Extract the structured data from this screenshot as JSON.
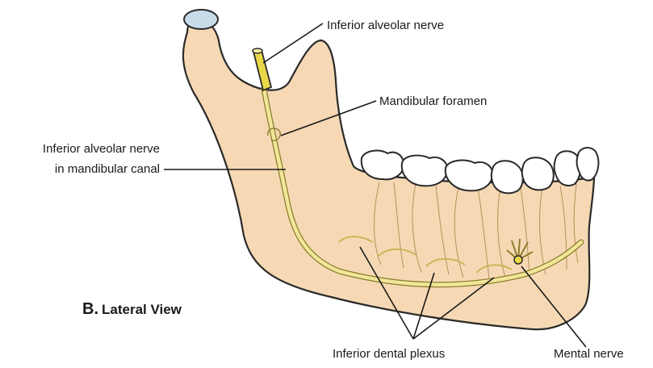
{
  "labels": {
    "inferior_alveolar_nerve": "Inferior alveolar nerve",
    "mandibular_foramen": "Mandibular foramen",
    "nerve_in_canal_line1": "Inferior alveolar nerve",
    "nerve_in_canal_line2": "in mandibular canal",
    "inferior_dental_plexus": "Inferior dental plexus",
    "mental_nerve": "Mental nerve"
  },
  "view_caption": {
    "letter": "B.",
    "text": "Lateral View"
  },
  "colors": {
    "bone": "#f6d9b4",
    "bone_outline": "#2a2a2a",
    "condyle": "#c9dcea",
    "nerve": "#f2e69a",
    "nerve_outline": "#8a7d2a",
    "nerve_trunk": "#e9d84a",
    "tooth": "#ffffff",
    "leader_line": "#1a1a1a"
  }
}
